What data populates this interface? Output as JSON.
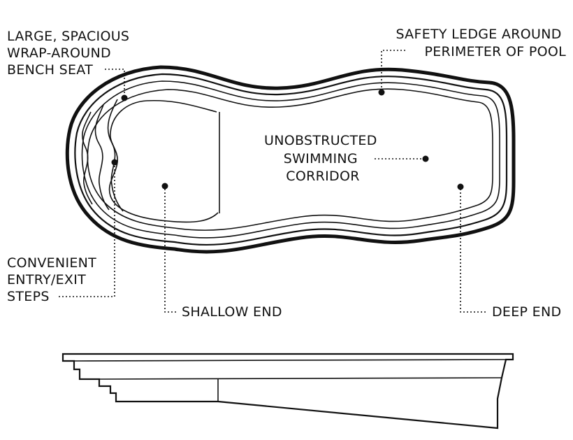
{
  "labels": {
    "bench_seat": [
      "LARGE, SPACIOUS",
      "WRAP-AROUND",
      "BENCH SEAT"
    ],
    "safety_ledge": [
      "SAFETY LEDGE AROUND",
      "PERIMETER OF POOL"
    ],
    "swimming_corridor": [
      "UNOBSTRUCTED",
      "SWIMMING",
      "CORRIDOR"
    ],
    "entry_steps": [
      "CONVENIENT",
      "ENTRY/EXIT",
      "STEPS"
    ],
    "shallow_end": "SHALLOW END",
    "deep_end": "DEEP END"
  }
}
